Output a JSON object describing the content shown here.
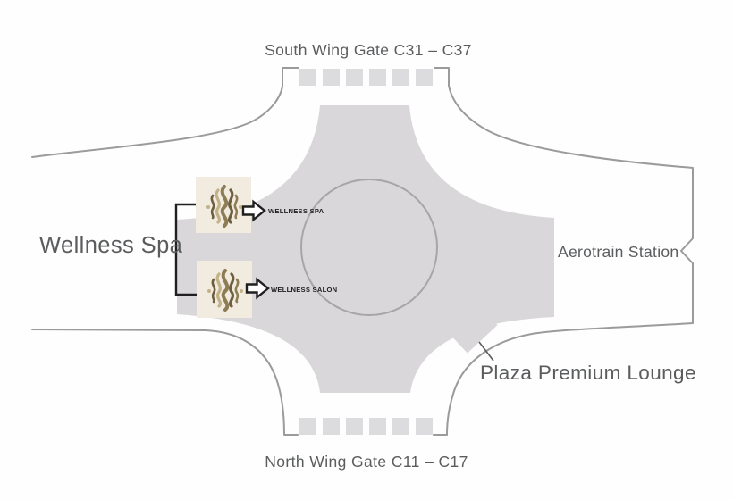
{
  "labels": {
    "south_wing": "South Wing Gate C31 – C37",
    "north_wing": "North Wing Gate C11 – C17",
    "wellness_spa": "Wellness Spa",
    "aerotrain": "Aerotrain Station",
    "plaza_premium": "Plaza Premium Lounge"
  },
  "pois": [
    {
      "label": "WELLNESS SPA"
    },
    {
      "label": "WELLNESS SALON"
    }
  ],
  "gates": {
    "south": {
      "count": 6
    },
    "north": {
      "count": 6
    }
  },
  "colors": {
    "building": "#d9d7d9",
    "core_stroke": "#a7a5a8",
    "outline": "#9b9a9d",
    "gate": "#dcdbdd",
    "tile": "#f1ecdf",
    "logo_dark": "#6e5f41",
    "logo_mid": "#8d7c54",
    "logo_light": "#c3b189",
    "text": "#5b5c5e",
    "ink": "#1f1f1f"
  }
}
